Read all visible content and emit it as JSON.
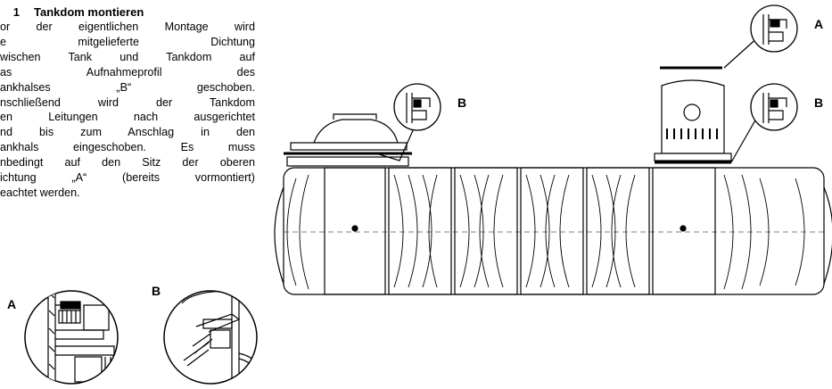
{
  "section": {
    "number": "1",
    "title": "Tankdom montieren"
  },
  "body_lines": [
    "or der eigentlichen Montage wird",
    "e          mitgelieferte          Dichtung",
    "wischen Tank und Tankdom auf",
    "as          Aufnahmeprofil          des",
    "ankhalses      „B“      geschoben.",
    "nschließend wird der Tankdom",
    "en Leitungen nach ausgerichtet",
    "nd bis zum Anschlag in den",
    "ankhals eingeschoben. Es muss",
    "nbedingt auf den Sitz der oberen",
    "ichtung „A“ (bereits vormontiert)",
    "eachtet werden."
  ],
  "detail_labels": {
    "bottom_a": "A",
    "bottom_b": "B",
    "tank_left_b": "B",
    "top_right_a": "A",
    "right_b": "B"
  }
}
